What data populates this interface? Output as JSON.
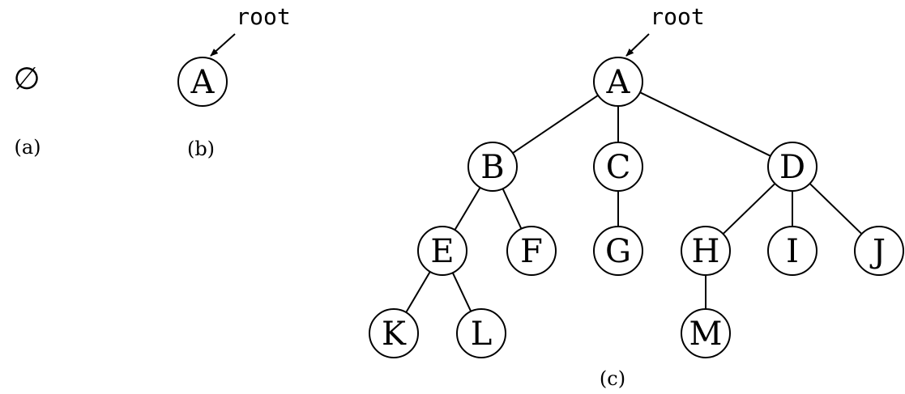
{
  "panel_a": {
    "empty_symbol": "∅",
    "caption": "(a)"
  },
  "panel_b": {
    "root_label": "root",
    "node": "A",
    "caption": "(b)"
  },
  "panel_c": {
    "root_label": "root",
    "caption": "(c)",
    "nodes": [
      "A",
      "B",
      "C",
      "D",
      "E",
      "F",
      "G",
      "H",
      "I",
      "J",
      "K",
      "L",
      "M"
    ],
    "edges": [
      [
        "A",
        "B"
      ],
      [
        "A",
        "C"
      ],
      [
        "A",
        "D"
      ],
      [
        "B",
        "E"
      ],
      [
        "B",
        "F"
      ],
      [
        "C",
        "G"
      ],
      [
        "D",
        "H"
      ],
      [
        "D",
        "I"
      ],
      [
        "D",
        "J"
      ],
      [
        "E",
        "K"
      ],
      [
        "E",
        "L"
      ],
      [
        "H",
        "M"
      ]
    ]
  }
}
